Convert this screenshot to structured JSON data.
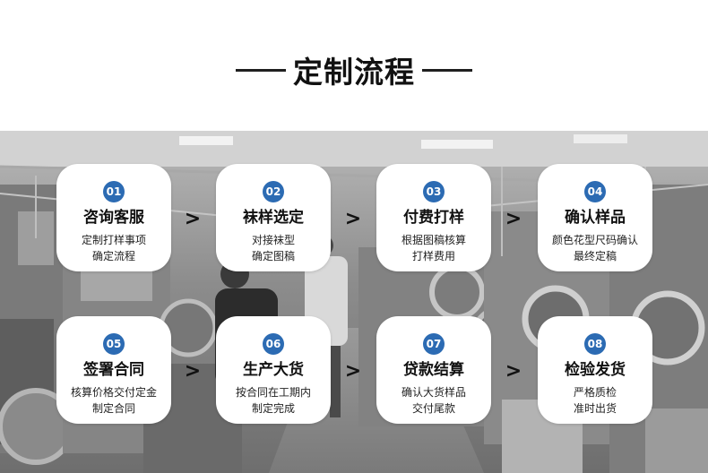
{
  "title": "定制流程",
  "arrow_glyph": ">",
  "steps": [
    {
      "num": "01",
      "name": "咨询客服",
      "desc": [
        "定制打样事项",
        "确定流程"
      ]
    },
    {
      "num": "02",
      "name": "袜样选定",
      "desc": [
        "对接袜型",
        "确定图稿"
      ]
    },
    {
      "num": "03",
      "name": "付费打样",
      "desc": [
        "根据图稿核算",
        "打样费用"
      ]
    },
    {
      "num": "04",
      "name": "确认样品",
      "desc": [
        "颜色花型尺码确认",
        "最终定稿"
      ]
    },
    {
      "num": "05",
      "name": "签署合同",
      "desc": [
        "核算价格交付定金",
        "制定合同"
      ]
    },
    {
      "num": "06",
      "name": "生产大货",
      "desc": [
        "按合同在工期内",
        "制定完成"
      ]
    },
    {
      "num": "07",
      "name": "贷款结算",
      "desc": [
        "确认大货样品",
        "交付尾款"
      ]
    },
    {
      "num": "08",
      "name": "检验发货",
      "desc": [
        "严格质检",
        "准时出货"
      ]
    }
  ],
  "colors": {
    "accent": "#2c6bb3",
    "title": "#111111",
    "card": "#ffffff"
  }
}
